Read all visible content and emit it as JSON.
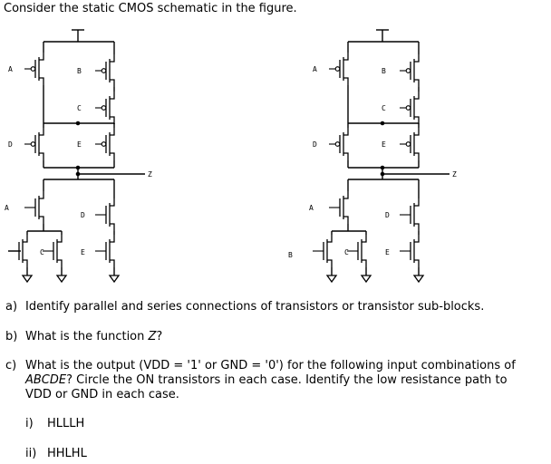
{
  "header": {
    "intro": "Consider the static CMOS schematic in the figure."
  },
  "schematic": {
    "left": {
      "labels": {
        "A_top": "A",
        "B_top": "B",
        "C_top": "C",
        "D_top": "D",
        "E_top": "E",
        "Z": "Z",
        "A_bot": "A",
        "D_bot": "D",
        "C_bot": "C",
        "E_bot": "E"
      }
    },
    "right": {
      "labels": {
        "A_top": "A",
        "B_top": "B",
        "C_top": "C",
        "D_top": "D",
        "E_top": "E",
        "Z": "Z",
        "A_bot": "A",
        "D_bot": "D",
        "B_bot": "B",
        "C_bot": "C",
        "E_bot": "E"
      }
    }
  },
  "questions": {
    "a": {
      "marker": "a)",
      "text": "Identify parallel and series connections of transistors or transistor sub-blocks."
    },
    "b": {
      "marker": "b)",
      "text_before": "What is the function ",
      "variable": "Z",
      "text_after": "?"
    },
    "c": {
      "marker": "c)",
      "line1": "What is the output (VDD = '1' or GND = '0') for the following input combinations of",
      "line2_var": "ABCDE",
      "line2_rest": "? Circle the ON transistors in each case. Identify the low resistance path to",
      "line3": "VDD or GND in each case."
    },
    "cases": [
      {
        "marker": "i)",
        "value": "HLLLH"
      },
      {
        "marker": "ii)",
        "value": "HHLHL"
      }
    ]
  }
}
